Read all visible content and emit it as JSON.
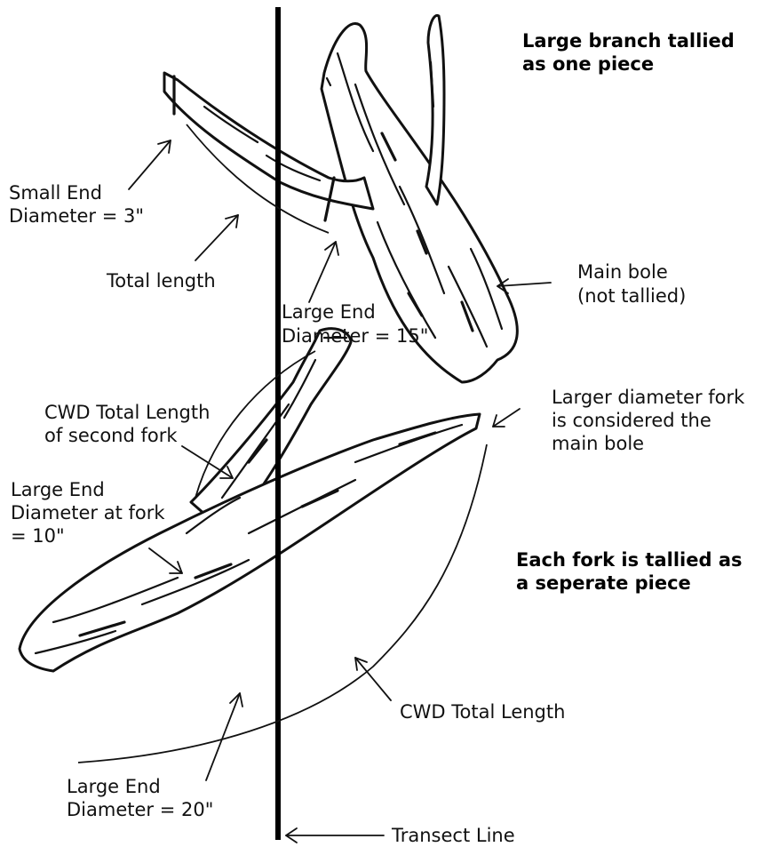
{
  "headings": {
    "top": [
      "Large branch tallied",
      "as one piece"
    ],
    "bottom": [
      "Each fork is tallied as",
      "a seperate piece"
    ]
  },
  "labels": {
    "small_end": [
      "Small End",
      "Diameter = 3\""
    ],
    "total_length": "Total length",
    "large_end_top": [
      "Large End",
      "Diameter = 15\""
    ],
    "main_bole": [
      "Main bole",
      "(not tallied)"
    ],
    "cwd_second_fork": [
      "CWD Total Length",
      "of second fork"
    ],
    "large_end_fork": [
      "Large End",
      "Diameter at fork",
      "= 10\""
    ],
    "larger_fork": [
      "Larger diameter fork",
      "is considered the",
      "main bole"
    ],
    "cwd_total": "CWD Total Length",
    "large_end_bottom": [
      "Large End",
      "Diameter = 20\""
    ],
    "transect": "Transect Line"
  }
}
